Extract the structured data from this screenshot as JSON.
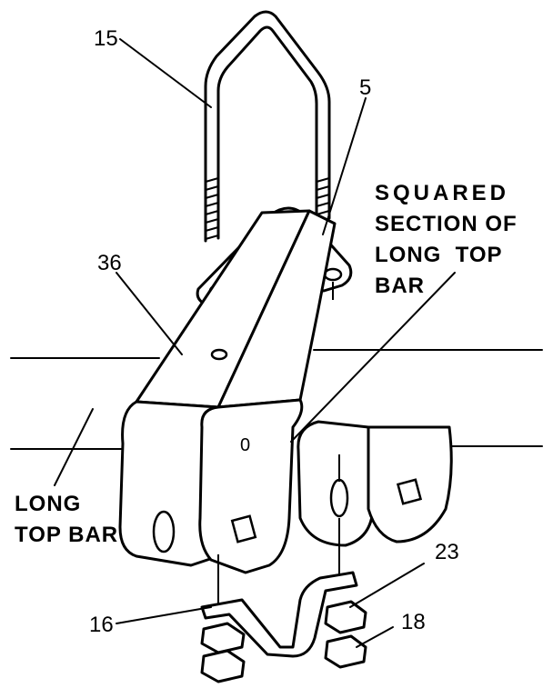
{
  "callouts": {
    "u_bolt": "15",
    "strap": "5",
    "bracket": "36",
    "lock_washer": "16",
    "nut_top": "23",
    "nut_bottom": "18"
  },
  "labels": {
    "squared_line1": "SQUARED",
    "squared_line2": "SECTION OF",
    "squared_line3": "LONG  TOP",
    "squared_line4": "BAR",
    "long_line1": "LONG",
    "long_line2": "TOP BAR"
  },
  "bracket_mark": "0"
}
